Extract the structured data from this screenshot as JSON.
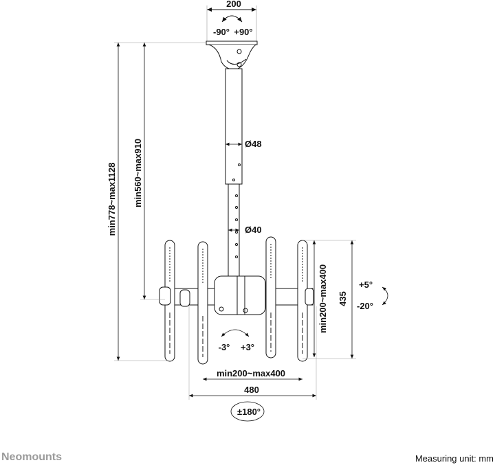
{
  "labels": {
    "ceiling_width": "200",
    "swivel_left": "-90°",
    "swivel_right": "+90°",
    "outer_tube_diameter": "Ø48",
    "inner_tube_diameter": "Ø40",
    "total_height": "min778~max1128",
    "pole_height": "min560~max910",
    "vertical_spacing": "min200~max400",
    "arm_height": "435",
    "tilt_up": "+5°",
    "tilt_down": "-20°",
    "roll_left": "-3°",
    "roll_right": "+3°",
    "horizontal_spacing": "min200~max400",
    "total_width": "480",
    "rotation": "±180°"
  },
  "footer": {
    "brand": "Neomounts",
    "measuring_unit": "Measuring unit: mm"
  }
}
